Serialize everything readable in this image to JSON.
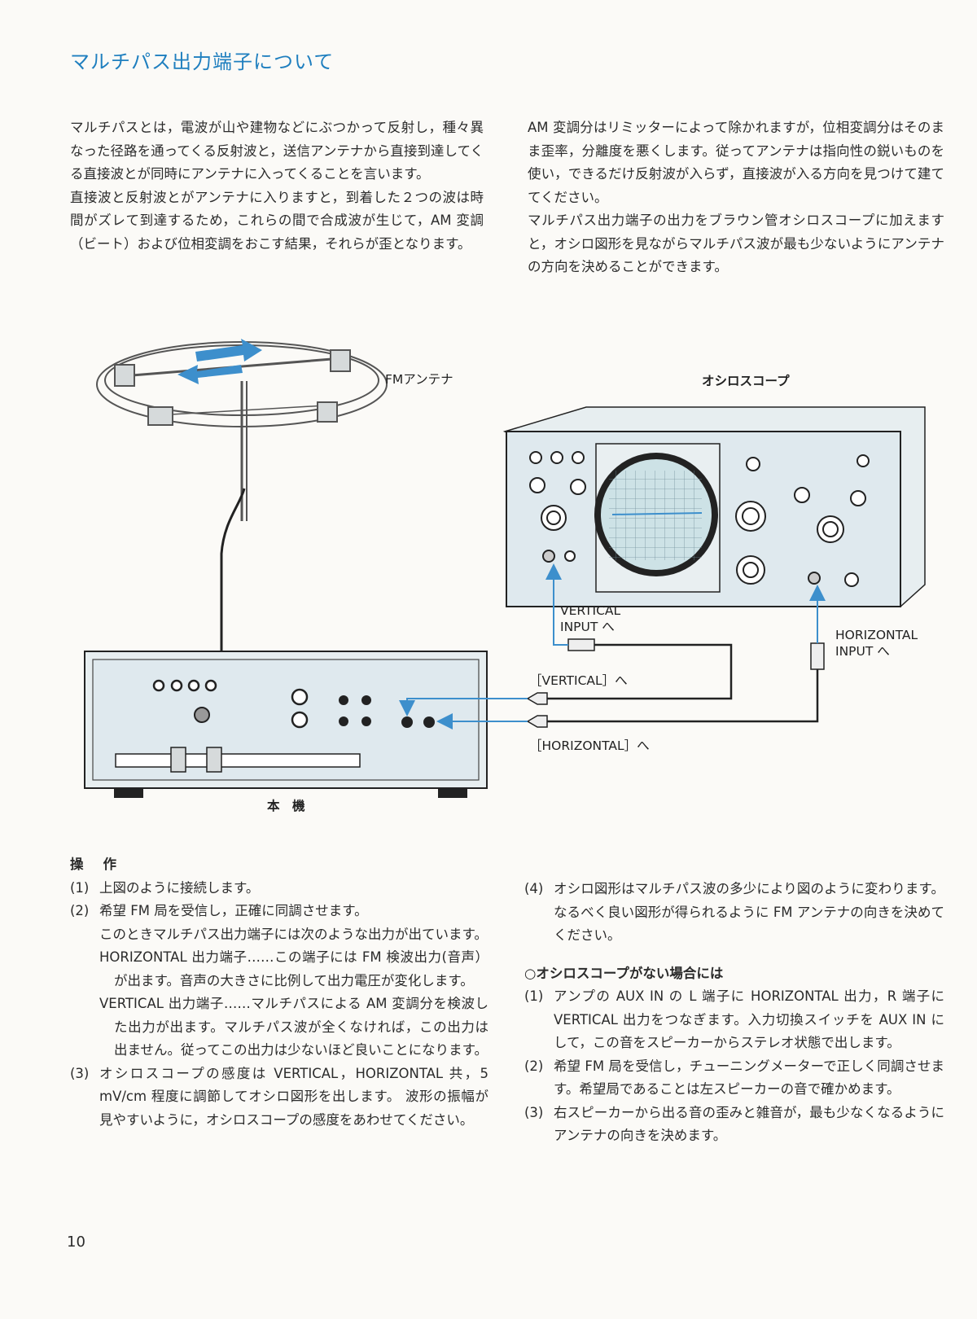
{
  "page": {
    "title": "マルチパス出力端子について",
    "page_number": "10"
  },
  "intro": {
    "left": [
      "マルチパスとは，電波が山や建物などにぶつかって反射し，種々異なった径路を通ってくる反射波と，送信アンテナから直接到達してくる直接波とが同時にアンテナに入ってくることを言います。",
      "直接波と反射波とがアンテナに入りますと，到着した２つの波は時間がズレて到達するため，これらの間で合成波が生じて，AM 変調（ビート）および位相変調をおこす結果，それらが歪となります。"
    ],
    "right": [
      "AM 変調分はリミッターによって除かれますが，位相変調分はそのまま歪率，分離度を悪くします。従ってアンテナは指向性の鋭いものを使い，できるだけ反射波が入らず，直接波が入る方向を見つけて建ててください。",
      "マルチパス出力端子の出力をブラウン管オシロスコープに加えますと，オシロ図形を見ながらマルチパス波が最も少ないようにアンテナの方向を決めることができます。"
    ]
  },
  "diagram": {
    "fm_antenna": "FMアンテナ",
    "oscilloscope": "オシロスコープ",
    "main_unit": "本　機",
    "vertical_input": "VERTICAL\nINPUT へ",
    "horizontal_input": "HORIZONTAL\nINPUT へ",
    "vertical_out": "［VERTICAL］へ",
    "horizontal_out": "［HORIZONTAL］へ",
    "colors": {
      "accent": "#3d8fcc",
      "panel": "#dfe9ee",
      "line": "#222222"
    }
  },
  "operation": {
    "heading": "操作",
    "steps": [
      {
        "num": "(1)",
        "text": "上図のように接続します。"
      },
      {
        "num": "(2)",
        "text": "希望 FM 局を受信し，正確に同調させます。"
      }
    ],
    "step2_note": "このときマルチパス出力端子には次のような出力が出ています。",
    "horizontal_desc": "HORIZONTAL 出力端子……この端子には FM 検波出力(音声）が出ます。音声の大きさに比例して出力電圧が変化します。",
    "vertical_desc": "VERTICAL 出力端子……マルチパスによる AM 変調分を検波した出力が出ます。マルチパス波が全くなければ，この出力は出ません。従ってこの出力は少ないほど良いことになります。",
    "step3": {
      "num": "(3)",
      "text": "オシロスコープの感度は VERTICAL，HORIZONTAL 共，5 mV/cm 程度に調節してオシロ図形を出します。 波形の振幅が見やすいように，オシロスコープの感度をあわせてください。"
    },
    "step4": {
      "num": "(4)",
      "text": "オシロ図形はマルチパス波の多少により図のように変わります。なるべく良い図形が得られるように FM アンテナの向きを決めてください。"
    },
    "no_scope_heading": "○オシロスコープがない場合には",
    "no_scope_steps": [
      {
        "num": "(1)",
        "text": "アンプの AUX IN の L 端子に HORIZONTAL 出力，R 端子に VERTICAL 出力をつなぎます。入力切換スイッチを AUX IN にして，この音をスピーカーからステレオ状態で出します。"
      },
      {
        "num": "(2)",
        "text": "希望 FM 局を受信し，チューニングメーターで正しく同調させます。希望局であることは左スピーカーの音で確かめます。"
      },
      {
        "num": "(3)",
        "text": "右スピーカーから出る音の歪みと雑音が，最も少なくなるようにアンテナの向きを決めます。"
      }
    ]
  }
}
